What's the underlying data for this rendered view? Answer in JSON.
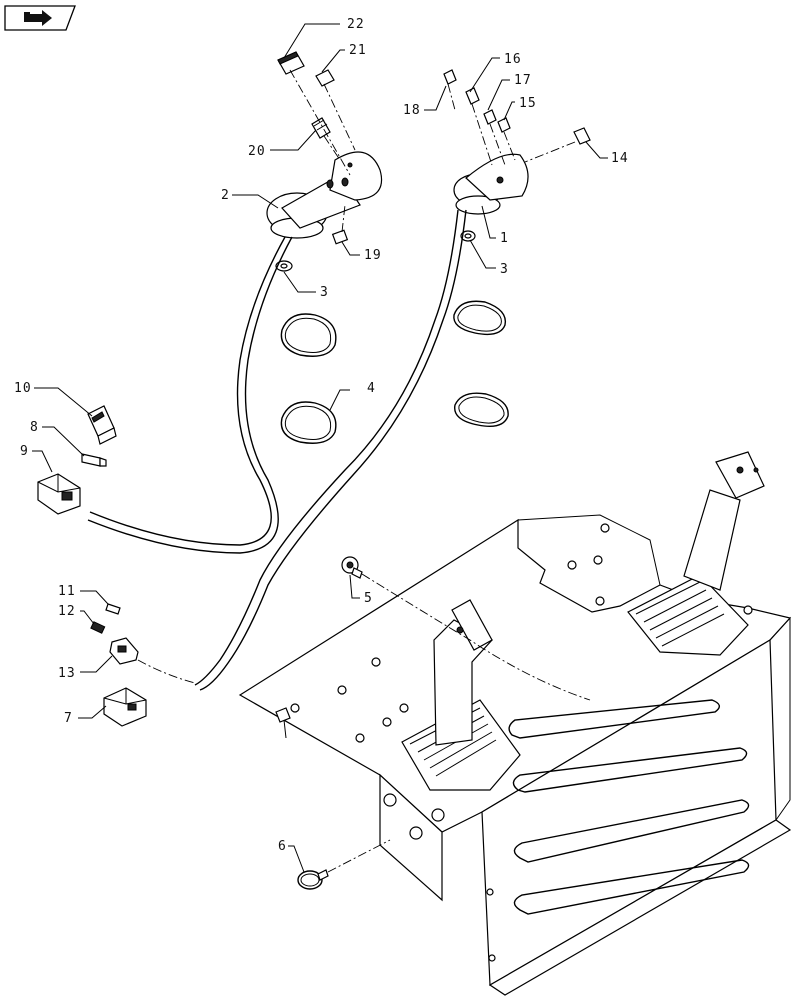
{
  "diagram": {
    "callouts": [
      {
        "id": "c1",
        "label": "1"
      },
      {
        "id": "c2",
        "label": "2"
      },
      {
        "id": "c3a",
        "label": "3"
      },
      {
        "id": "c3b",
        "label": "3"
      },
      {
        "id": "c4",
        "label": "4"
      },
      {
        "id": "c5",
        "label": "5"
      },
      {
        "id": "c6",
        "label": "6"
      },
      {
        "id": "c7",
        "label": "7"
      },
      {
        "id": "c8",
        "label": "8"
      },
      {
        "id": "c9",
        "label": "9"
      },
      {
        "id": "c10",
        "label": "10"
      },
      {
        "id": "c11",
        "label": "11"
      },
      {
        "id": "c12",
        "label": "12"
      },
      {
        "id": "c13",
        "label": "13"
      },
      {
        "id": "c14",
        "label": "14"
      },
      {
        "id": "c15",
        "label": "15"
      },
      {
        "id": "c16",
        "label": "16"
      },
      {
        "id": "c17",
        "label": "17"
      },
      {
        "id": "c18",
        "label": "18"
      },
      {
        "id": "c19",
        "label": "19"
      },
      {
        "id": "c20",
        "label": "20"
      },
      {
        "id": "c21",
        "label": "21"
      },
      {
        "id": "c22",
        "label": "22"
      }
    ]
  },
  "nav_icon": "return-arrow-icon"
}
